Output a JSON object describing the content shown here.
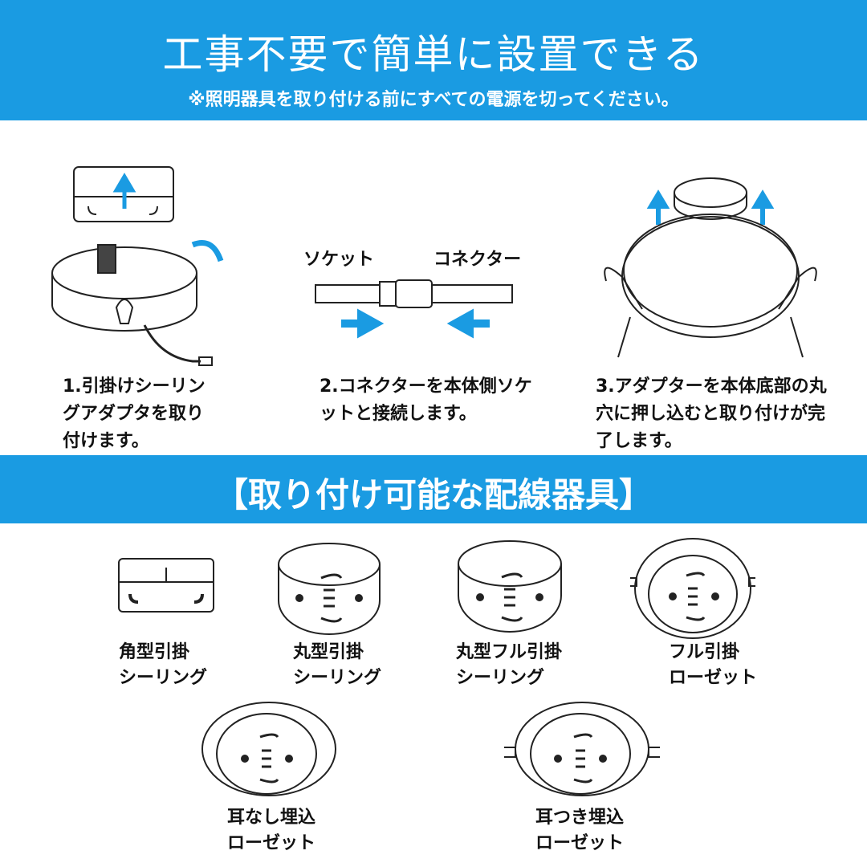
{
  "header": {
    "title": "工事不要で簡単に設置できる",
    "subtitle": "※照明器具を取り付ける前にすべての電源を切ってください。"
  },
  "steps": [
    {
      "text": "1.引掛けシーリングアダプタを取り付けます。"
    },
    {
      "text": "2.コネクターを本体側ソケットと接続します。",
      "socket_label": "ソケット",
      "connector_label": "コネクター"
    },
    {
      "text": "3.アダプターを本体底部の丸穴に押し込むと取り付けが完了します。"
    }
  ],
  "section": {
    "title": "【取り付け可能な配線器具】"
  },
  "fixtures": [
    {
      "line1": "角型引掛",
      "line2": "シーリング"
    },
    {
      "line1": "丸型引掛",
      "line2": "シーリング"
    },
    {
      "line1": "丸型フル引掛",
      "line2": "シーリング"
    },
    {
      "line1": "フル引掛",
      "line2": "ローゼット"
    },
    {
      "line1": "耳なし埋込",
      "line2": "ローゼット"
    },
    {
      "line1": "耳つき埋込",
      "line2": "ローゼット"
    }
  ],
  "colors": {
    "accent": "#1a9be2"
  }
}
